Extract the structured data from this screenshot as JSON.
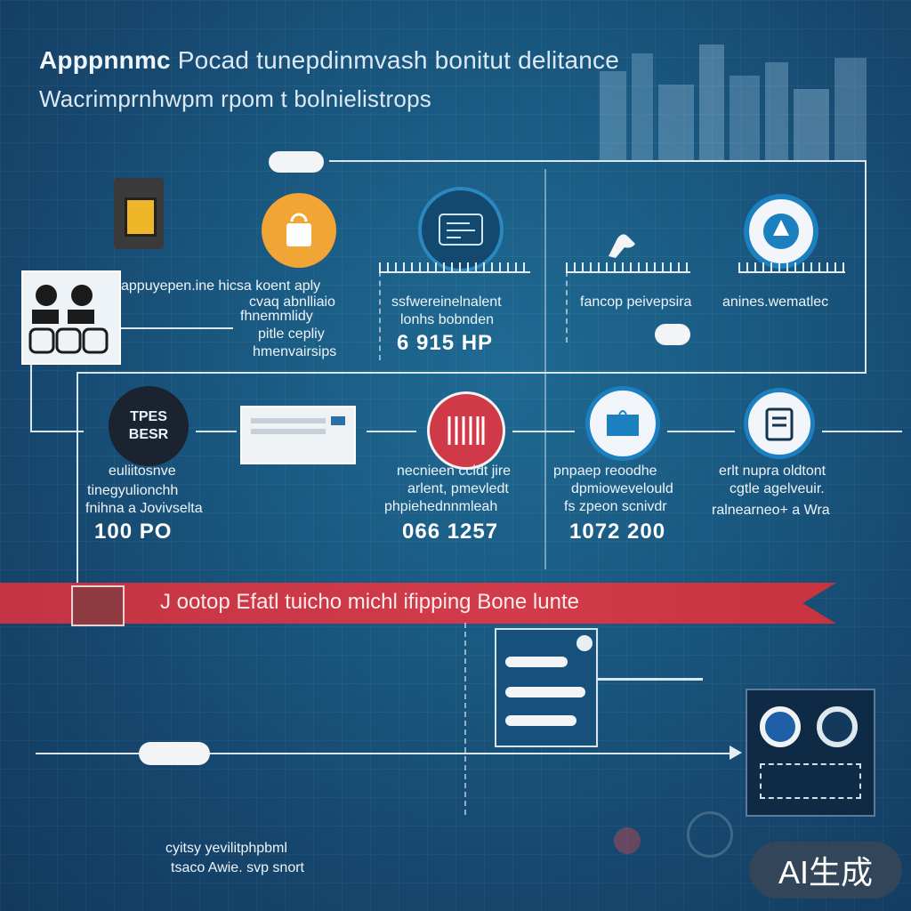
{
  "title": {
    "line1_bold": "Apppnnmc",
    "line1_rest": " Pocad tunepdinmvash bonitut delitance",
    "line2": "Wacrimprnhwpm rpom t bolnielistrops"
  },
  "row1": [
    {
      "label_lines": [
        "appuyepen.ine hicsa koent aply",
        "cvaq abnlliaio",
        "fhnemmlidy",
        "pitle cepliy",
        "hmenvairsips"
      ]
    },
    {
      "label_lines": [
        "ssfwereinelnalent",
        "lonhs bobnden"
      ],
      "value": "6 915 HP"
    },
    {
      "label_lines": [
        "fancop peivepsira"
      ]
    },
    {
      "label_lines": [
        "anines.wematlec"
      ]
    }
  ],
  "row2": [
    {
      "icon_text": [
        "TPES",
        "BESR"
      ],
      "label_lines": [
        "euliitosnve",
        "tinegyulionchh",
        "fnihna a Jovivselta"
      ],
      "value": "100 PO"
    },
    {
      "label_lines": [
        "necnieen ccidt jire",
        "arlent, pmevledt",
        "phpiehednnmleah"
      ],
      "value": "066 1257"
    },
    {
      "label_lines": [
        "pnpaep reoodhe",
        "dpmiowevelould",
        "fs zpeon scnivdr"
      ],
      "value": "1072 200"
    },
    {
      "label_lines": [
        "erlt nupra oldtont",
        "cgtle agelveuir.",
        "ralnearneo+ a Wra"
      ]
    }
  ],
  "banner": {
    "text": "J ootop Efatl tuicho michl ifipping Bone lunte"
  },
  "footer": {
    "line1": "cyitsy yevilitphpbml",
    "line2": "tsaco Awie. svp snort"
  },
  "badge": {
    "text": "AI生成"
  },
  "colors": {
    "accent_red": "#d23b4a",
    "accent_yellow": "#f0a534",
    "accent_blue": "#1c7fc0",
    "background": "#1a5a82"
  }
}
